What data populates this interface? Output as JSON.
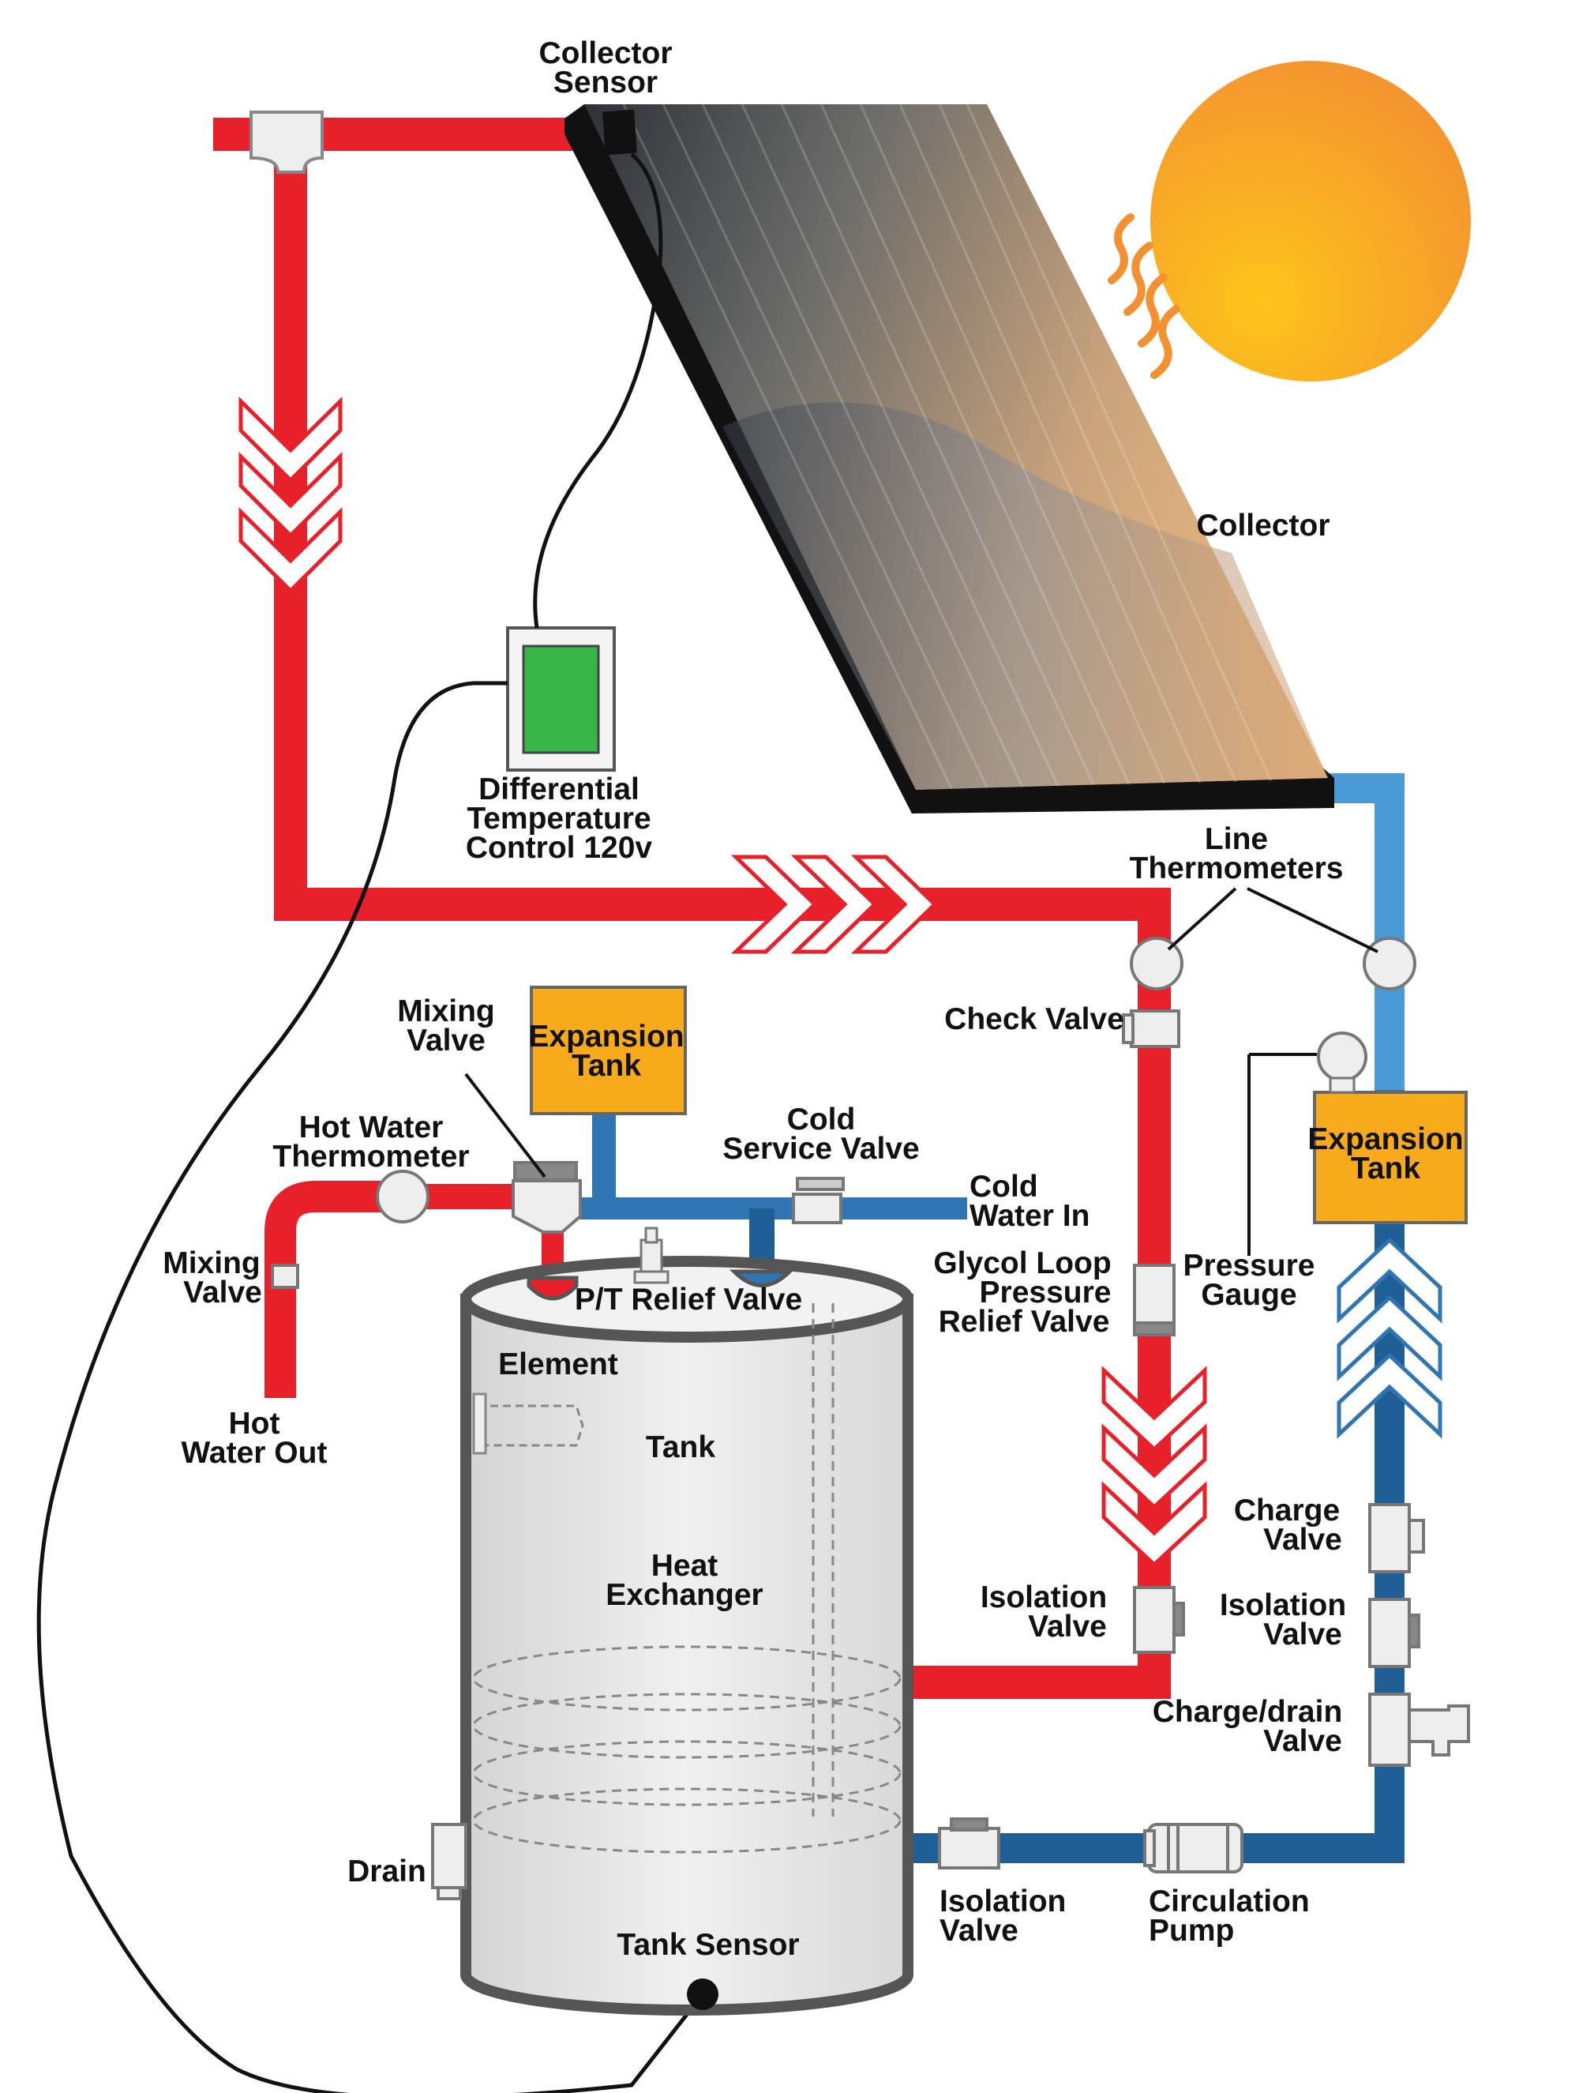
{
  "colors": {
    "hot_pipe": "#e8202a",
    "warm_pipe": "#e8202a",
    "cold_pipe_light": "#4a9ad8",
    "cold_pipe_dark": "#1f5f96",
    "expansion_tank": "#f7ab1b",
    "controller_screen": "#39b54a",
    "sun_light": "#fdc41a",
    "sun_dark": "#f39031",
    "tank_fill": "#e6e6e6",
    "tank_outline": "#555555",
    "component": "#eeeeee"
  },
  "labels": {
    "collector_sensor": [
      "Collector",
      "Sensor"
    ],
    "collector": [
      "Collector"
    ],
    "differential_temperature_control": [
      "Differential",
      "Temperature",
      "Control 120v"
    ],
    "line_thermometers": [
      "Line",
      "Thermometers"
    ],
    "check_valve": [
      "Check Valve"
    ],
    "mixing_valve_top": [
      "Mixing",
      "Valve"
    ],
    "expansion_tank_left": [
      "Expansion",
      "Tank"
    ],
    "cold_service_valve": [
      "Cold",
      "Service Valve"
    ],
    "cold_water_in": [
      "Cold",
      "Water In"
    ],
    "hot_water_thermometer": [
      "Hot Water",
      "Thermometer"
    ],
    "mixing_valve_left": [
      "Mixing",
      "Valve"
    ],
    "pt_relief_valve": [
      "P/T Relief Valve"
    ],
    "glycol_loop_pressure_relief_valve": [
      "Glycol Loop",
      "Pressure",
      "Relief Valve"
    ],
    "pressure_gauge": [
      "Pressure",
      "Gauge"
    ],
    "expansion_tank_right": [
      "Expansion",
      "Tank"
    ],
    "element": [
      "Element"
    ],
    "hot_water_out": [
      "Hot",
      "Water Out"
    ],
    "tank": [
      "Tank"
    ],
    "heat_exchanger": [
      "Heat",
      "Exchanger"
    ],
    "charge_valve": [
      "Charge",
      "Valve"
    ],
    "isolation_valve_red": [
      "Isolation",
      "Valve"
    ],
    "isolation_valve_blue": [
      "Isolation",
      "Valve"
    ],
    "charge_drain_valve": [
      "Charge/drain",
      "Valve"
    ],
    "drain": [
      "Drain"
    ],
    "tank_sensor": [
      "Tank Sensor"
    ],
    "isolation_valve_bottom": [
      "Isolation",
      "Valve"
    ],
    "circulation_pump": [
      "Circulation",
      "Pump"
    ]
  }
}
